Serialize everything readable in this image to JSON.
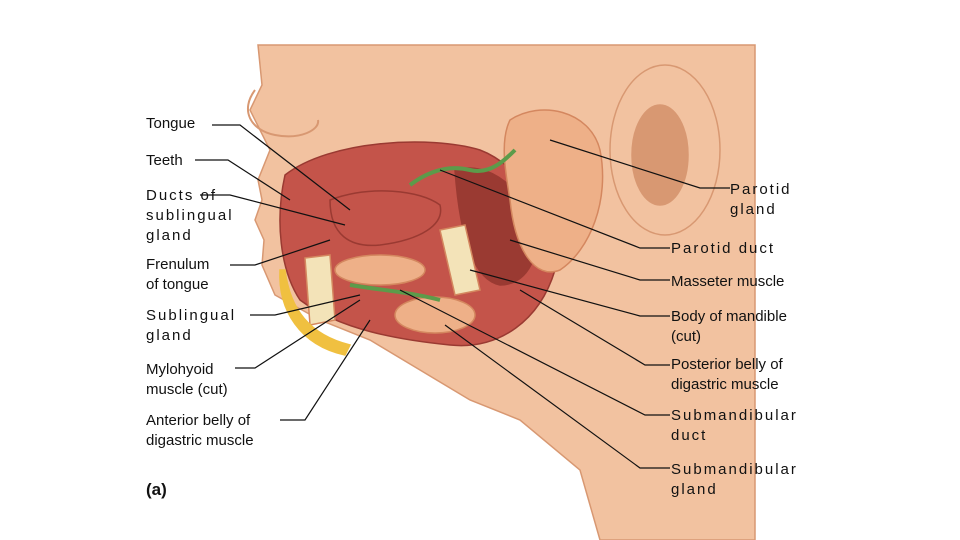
{
  "colors": {
    "skin": "#f2c2a0",
    "skin_shadow": "#d89872",
    "muscle": "#c4544a",
    "muscle_dark": "#9a3a32",
    "gland": "#eeb088",
    "gland_dark": "#d4875f",
    "bone": "#f3e3b8",
    "fat": "#f0c040",
    "duct": "#5c9b4a",
    "leader": "#111111"
  },
  "labels": {
    "tongue": "Tongue",
    "teeth": "Teeth",
    "ducts_sublingual": "Ducts of\nsublingual\ngland",
    "frenulum": "Frenulum\nof tongue",
    "sublingual_gland": "Sublingual\ngland",
    "mylohyoid": "Mylohyoid\nmuscle (cut)",
    "anterior_belly": "Anterior belly of\ndigastric muscle",
    "parotid_gland": "Parotid\ngland",
    "parotid_duct": "Parotid duct",
    "masseter": "Masseter muscle",
    "body_mandible": "Body of mandible\n(cut)",
    "posterior_belly": "Posterior belly of\ndigastric muscle",
    "submandibular_duct": "Submandibular\nduct",
    "submandibular_gland": "Submandibular\ngland"
  },
  "panel_label": "(a)"
}
